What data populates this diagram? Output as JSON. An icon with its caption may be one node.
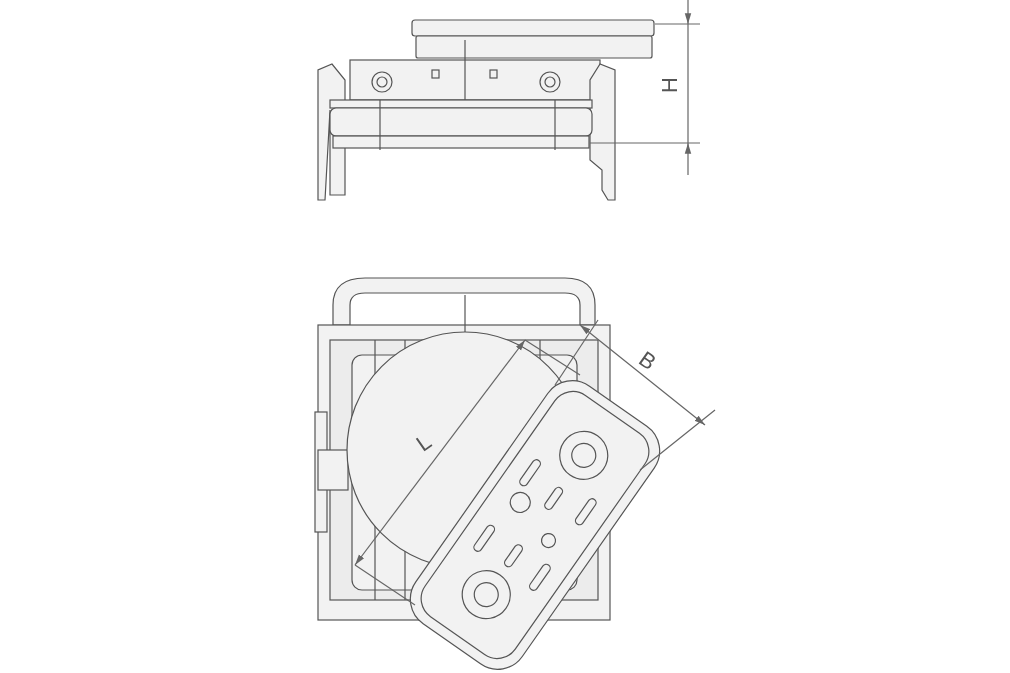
{
  "diagram": {
    "labels": [
      "H",
      "L",
      "B"
    ]
  }
}
